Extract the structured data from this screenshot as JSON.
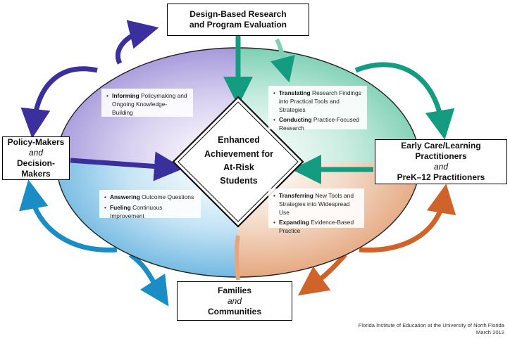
{
  "center": {
    "line1": "Enhanced",
    "line2": "Achievement for",
    "line3": "At-Risk",
    "line4": "Students"
  },
  "nodes": {
    "top": {
      "line1": "Design-Based Research",
      "line2": "and Program Evaluation"
    },
    "left": {
      "line1": "Policy-Makers",
      "line2": "and",
      "line3": "Decision-Makers"
    },
    "right": {
      "line1": "Early Care/Learning Practitioners",
      "line2": "and",
      "line3": "PreK–12 Practitioners"
    },
    "bottom": {
      "line1": "Families",
      "line2": "and",
      "line3": "Communities"
    }
  },
  "quadrants": {
    "upper_left": {
      "items": [
        {
          "bold": "Informing",
          "text": " Policymaking and Ongoing Knowledge-Building"
        }
      ]
    },
    "upper_right": {
      "items": [
        {
          "bold": "Translating",
          "text": " Research Findings into Practical Tools and Strategies"
        },
        {
          "bold": "Conducting",
          "text": " Practice-Focused Research"
        }
      ]
    },
    "lower_left": {
      "items": [
        {
          "bold": "Answering",
          "text": " Outcome Questions"
        },
        {
          "bold": "Fueling",
          "text": " Continuous Improvement"
        }
      ]
    },
    "lower_right": {
      "items": [
        {
          "bold": "Transferring",
          "text": " New Tools and Strategies into Widespread Use"
        },
        {
          "bold": "Expanding",
          "text": " Evidence-Based Practice"
        }
      ]
    }
  },
  "credit": {
    "line1": "Florida Institute of Education at the University of North Florida",
    "line2": "March 2012"
  },
  "colors": {
    "purple": "#3a2f9c",
    "teal": "#139c80",
    "blue": "#1a8ec4",
    "orange": "#d0632a",
    "upper_left_fill": "#a89bd9",
    "upper_right_fill": "#7cd0b4",
    "lower_left_fill": "#6fb6e2",
    "lower_right_fill": "#e6a57d"
  }
}
